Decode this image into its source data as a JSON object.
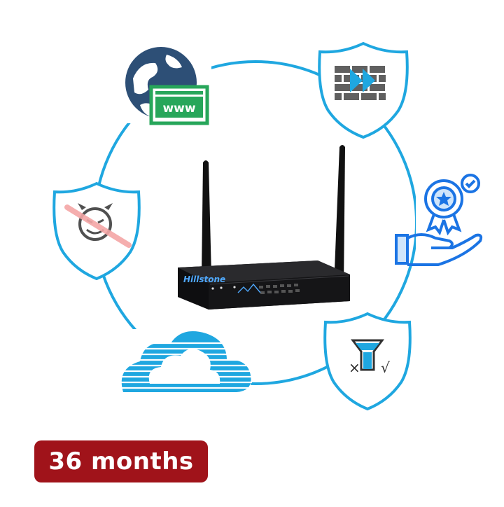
{
  "router": {
    "brand": "Hillstone"
  },
  "globe_www": {
    "label": "www"
  },
  "badge": {
    "label": "36 months",
    "color": "#a0131a"
  },
  "colors": {
    "ring": "#1fa7e0",
    "accent_blue": "#1b74e4",
    "www_green": "#27a65a",
    "firewall_gray": "#606060"
  },
  "icons": [
    "globe-www-icon",
    "firewall-shield-icon",
    "award-hand-icon",
    "filter-shield-icon",
    "cloud-icon",
    "no-malware-shield-icon"
  ]
}
